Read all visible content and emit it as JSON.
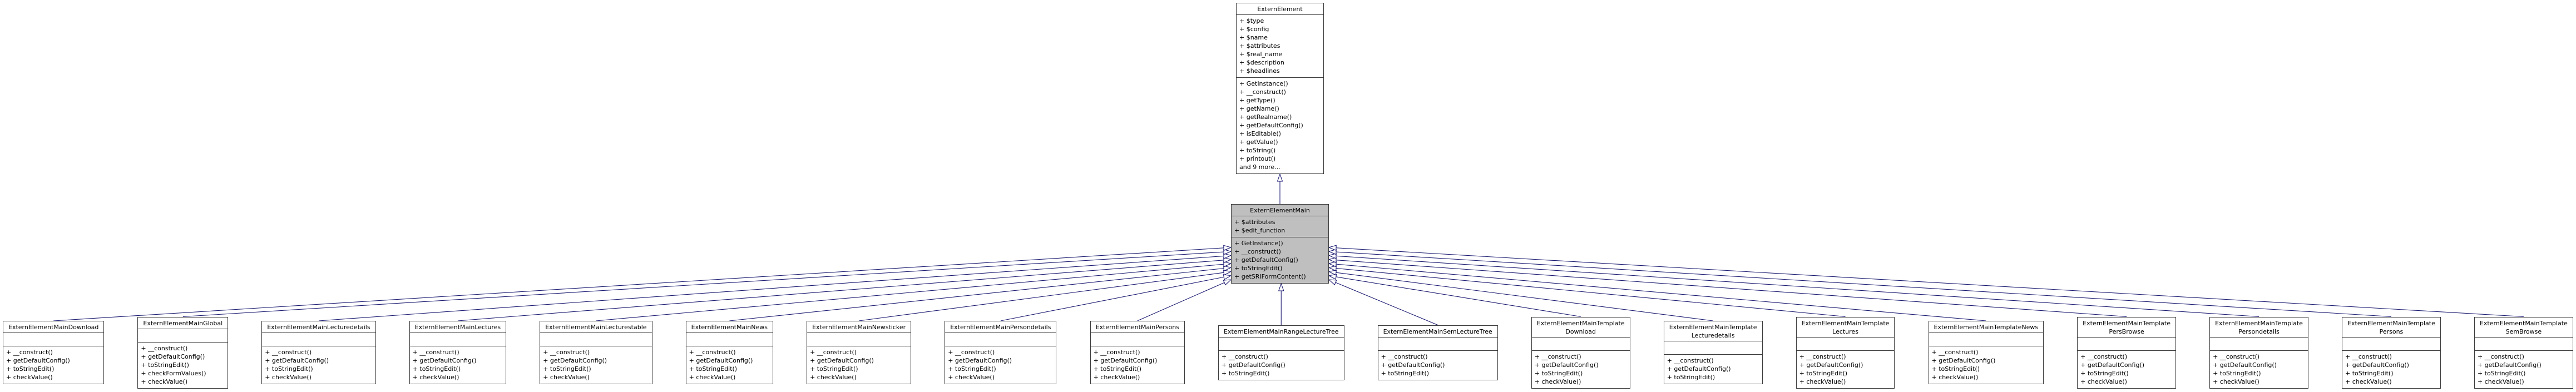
{
  "diagram": {
    "kind": "class-inheritance-diagram",
    "colors": {
      "edge": "#191970",
      "node_border": "#3b3b3b",
      "highlight_fill": "#bfbfbf",
      "background": "#ffffff"
    },
    "base_class": {
      "name": "ExternElement",
      "attributes": [
        "+ $type",
        "+ $config",
        "+ $name",
        "+ $attributes",
        "+ $real_name",
        "+ $description",
        "+ $headlines"
      ],
      "methods": [
        "+ GetInstance()",
        "+ __construct()",
        "+ getType()",
        "+ getName()",
        "+ getRealname()",
        "+ getDefaultConfig()",
        "+ isEditable()",
        "+ getValue()",
        "+ toString()",
        "+ printout()",
        "and 9 more..."
      ]
    },
    "main_class": {
      "name": "ExternElementMain",
      "attributes": [
        "+ $attributes",
        "+ $edit_function"
      ],
      "methods": [
        "+ GetInstance()",
        "+ __construct()",
        "+ getDefaultConfig()",
        "+ toStringEdit()",
        "+ getSRIFormContent()"
      ]
    },
    "derived_classes": [
      {
        "label": "ExternElementMainDownload",
        "methods": [
          "+ __construct()",
          "+ getDefaultConfig()",
          "+ toStringEdit()",
          "+ checkValue()"
        ]
      },
      {
        "label": "ExternElementMainGlobal",
        "methods": [
          "+ __construct()",
          "+ getDefaultConfig()",
          "+ toStringEdit()",
          "+ checkFormValues()",
          "+ checkValue()"
        ]
      },
      {
        "label": "ExternElementMainLecturedetails",
        "methods": [
          "+ __construct()",
          "+ getDefaultConfig()",
          "+ toStringEdit()",
          "+ checkValue()"
        ]
      },
      {
        "label": "ExternElementMainLectures",
        "methods": [
          "+ __construct()",
          "+ getDefaultConfig()",
          "+ toStringEdit()",
          "+ checkValue()"
        ]
      },
      {
        "label": "ExternElementMainLecturestable",
        "methods": [
          "+ __construct()",
          "+ getDefaultConfig()",
          "+ toStringEdit()",
          "+ checkValue()"
        ]
      },
      {
        "label": "ExternElementMainNews",
        "methods": [
          "+ __construct()",
          "+ getDefaultConfig()",
          "+ toStringEdit()",
          "+ checkValue()"
        ]
      },
      {
        "label": "ExternElementMainNewsticker",
        "methods": [
          "+ __construct()",
          "+ getDefaultConfig()",
          "+ toStringEdit()",
          "+ checkValue()"
        ]
      },
      {
        "label": "ExternElementMainPersondetails",
        "methods": [
          "+ __construct()",
          "+ getDefaultConfig()",
          "+ toStringEdit()",
          "+ checkValue()"
        ]
      },
      {
        "label": "ExternElementMainPersons",
        "methods": [
          "+ __construct()",
          "+ getDefaultConfig()",
          "+ toStringEdit()",
          "+ checkValue()"
        ]
      },
      {
        "label": "ExternElementMainRangeLectureTree",
        "methods": [
          "+ __construct()",
          "+ getDefaultConfig()",
          "+ toStringEdit()"
        ]
      },
      {
        "label": "ExternElementMainSemLectureTree",
        "methods": [
          "+ __construct()",
          "+ getDefaultConfig()",
          "+ toStringEdit()"
        ]
      },
      {
        "label": "ExternElementMainTemplate\nDownload",
        "methods": [
          "+ __construct()",
          "+ getDefaultConfig()",
          "+ toStringEdit()",
          "+ checkValue()"
        ]
      },
      {
        "label": "ExternElementMainTemplate\nLecturedetails",
        "methods": [
          "+ __construct()",
          "+ getDefaultConfig()",
          "+ toStringEdit()"
        ]
      },
      {
        "label": "ExternElementMainTemplate\nLectures",
        "methods": [
          "+ __construct()",
          "+ getDefaultConfig()",
          "+ toStringEdit()",
          "+ checkValue()"
        ]
      },
      {
        "label": "ExternElementMainTemplateNews",
        "methods": [
          "+ __construct()",
          "+ getDefaultConfig()",
          "+ toStringEdit()",
          "+ checkValue()"
        ]
      },
      {
        "label": "ExternElementMainTemplate\nPersBrowse",
        "methods": [
          "+ __construct()",
          "+ getDefaultConfig()",
          "+ toStringEdit()",
          "+ checkValue()"
        ]
      },
      {
        "label": "ExternElementMainTemplate\nPersondetails",
        "methods": [
          "+ __construct()",
          "+ getDefaultConfig()",
          "+ toStringEdit()",
          "+ checkValue()"
        ]
      },
      {
        "label": "ExternElementMainTemplate\nPersons",
        "methods": [
          "+ __construct()",
          "+ getDefaultConfig()",
          "+ toStringEdit()",
          "+ checkValue()"
        ]
      },
      {
        "label": "ExternElementMainTemplate\nSemBrowse",
        "methods": [
          "+ __construct()",
          "+ getDefaultConfig()",
          "+ toStringEdit()",
          "+ checkValue()"
        ]
      }
    ]
  }
}
